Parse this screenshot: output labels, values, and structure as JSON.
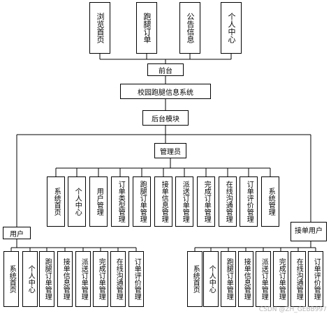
{
  "diagram": {
    "top_modules": [
      "浏览首页",
      "跑腿订单",
      "公告信息",
      "个人中心"
    ],
    "frontend": "前台",
    "system": "校园跑腿信息系统",
    "backend": "后台模块",
    "admin": "管理员",
    "admin_modules": [
      "系统首页",
      "个人中心",
      "用户管理",
      "订单类型管理",
      "跑腿订单管理",
      "接单信息管理",
      "派送订单管理",
      "完成订单管理",
      "在线沟通管理",
      "订单评价管理",
      "系统管理"
    ],
    "user": "用户",
    "user_modules": [
      "系统首页",
      "个人中心",
      "跑腿订单管理",
      "接单信息管理",
      "派送订单管理",
      "完成订单管理",
      "在线沟通管理",
      "订单评价管理"
    ],
    "runner": "接单用户",
    "runner_modules": [
      "系统首页",
      "个人中心",
      "跑腿订单管理",
      "接单信息管理",
      "派送订单管理",
      "完成订单管理",
      "在线沟通管理",
      "订单评价管理"
    ]
  },
  "watermark": "CSDN @ZH_GEBB997"
}
